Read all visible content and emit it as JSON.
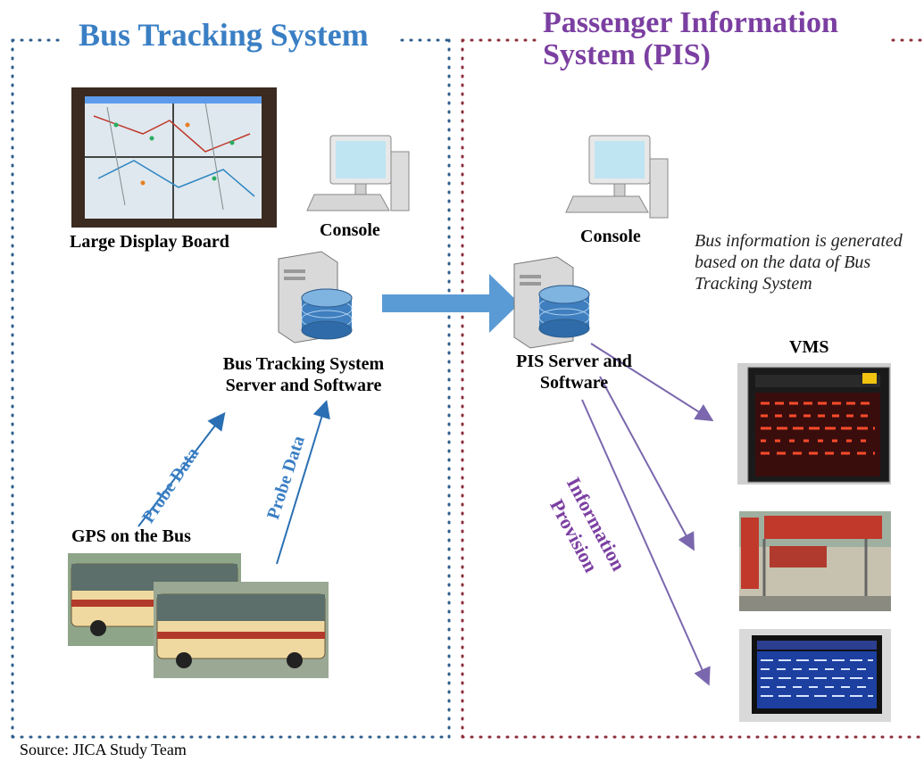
{
  "bts": {
    "title": "Bus Tracking System",
    "large_display_label": "Large Display Board",
    "console_label": "Console",
    "server_label_line1": "Bus Tracking System",
    "server_label_line2": "Server and Software",
    "probe_label_1": "Probe Data",
    "probe_label_2": "Probe Data",
    "gps_label": "GPS on the Bus"
  },
  "pis": {
    "title_line1": "Passenger Information",
    "title_line2": "System (PIS)",
    "console_label": "Console",
    "note": "Bus information is generated based on the data of Bus Tracking System",
    "server_label_line1": "PIS Server and",
    "server_label_line2": "Software",
    "info_line1": "Information",
    "info_line2": "Provision",
    "vms_label": "VMS"
  },
  "source": "Source:    JICA Study Team",
  "colors": {
    "bts_accent": "#3a7fc4",
    "pis_accent": "#7b3fa1",
    "bts_border": "#2e5d8c",
    "pis_border": "#8c2e3a"
  }
}
